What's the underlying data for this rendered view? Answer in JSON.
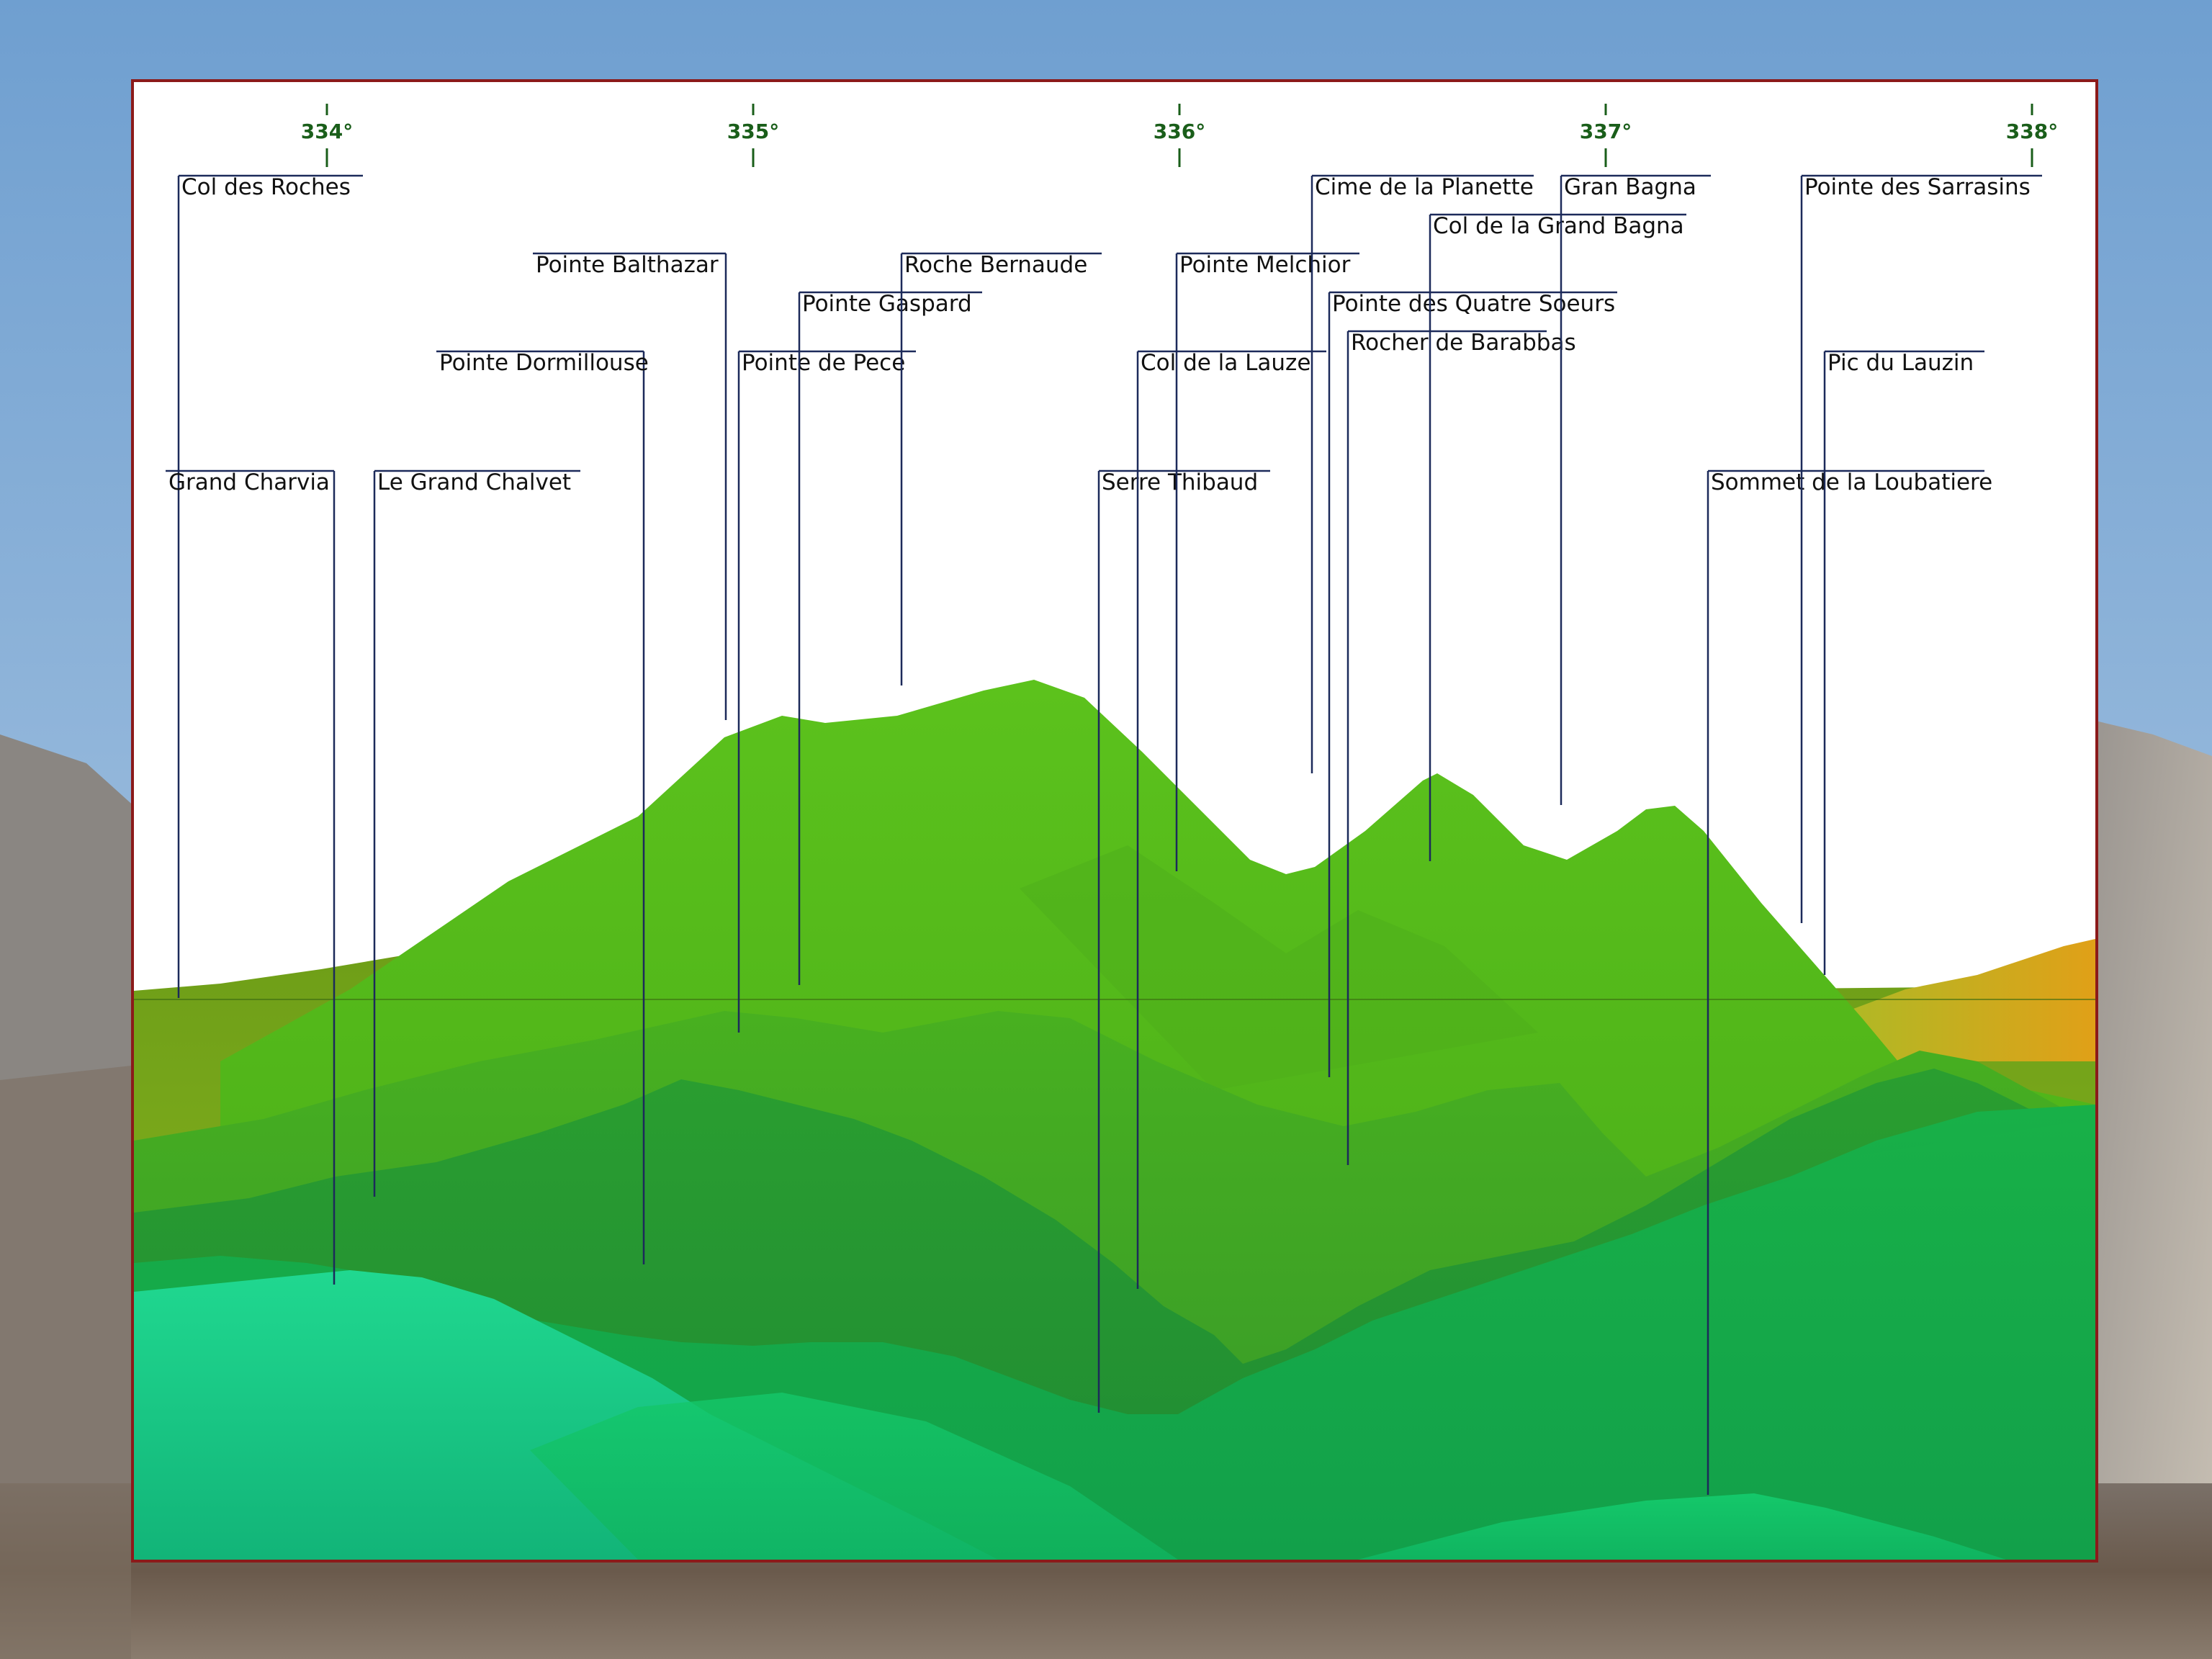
{
  "colors": {
    "frame_border": "#8b1a1a",
    "label_line": "#1c2a5a",
    "degree_text": "#1a5e1a",
    "sky_top": "#6f9fd0",
    "sky_bottom": "#b9d0e6"
  },
  "azimuth_scale": {
    "ticks": [
      {
        "deg": 334,
        "label": "334°"
      },
      {
        "deg": 335,
        "label": "335°"
      },
      {
        "deg": 336,
        "label": "336°"
      },
      {
        "deg": 337,
        "label": "337°"
      },
      {
        "deg": 338,
        "label": "338°"
      }
    ]
  },
  "peaks": [
    {
      "name": "Col des Roches",
      "az": 333.69
    },
    {
      "name": "Grand Charvia",
      "az": 334.04
    },
    {
      "name": "Le Grand Chalvet",
      "az": 334.12
    },
    {
      "name": "Pointe Dormillouse",
      "az": 334.75
    },
    {
      "name": "Pointe Balthazar",
      "az": 334.94
    },
    {
      "name": "Pointe de Pece",
      "az": 334.97
    },
    {
      "name": "Pointe Gaspard",
      "az": 335.11
    },
    {
      "name": "Roche Bernaude",
      "az": 335.35
    },
    {
      "name": "Serre Thibaud",
      "az": 335.83
    },
    {
      "name": "Col de la Lauze",
      "az": 335.92
    },
    {
      "name": "Pointe Melchior",
      "az": 336.01
    },
    {
      "name": "Cime de la Planette",
      "az": 336.32
    },
    {
      "name": "Pointe des Quatre Soeurs",
      "az": 336.36
    },
    {
      "name": "Rocher de Barabbas",
      "az": 336.41
    },
    {
      "name": "Col de la Grand Bagna",
      "az": 336.6
    },
    {
      "name": "Gran Bagna",
      "az": 336.9
    },
    {
      "name": "Sommet de la Loubatiere",
      "az": 337.25
    },
    {
      "name": "Pointe des Sarrasins",
      "az": 337.47
    },
    {
      "name": "Pic du Lauzin",
      "az": 337.52
    }
  ]
}
